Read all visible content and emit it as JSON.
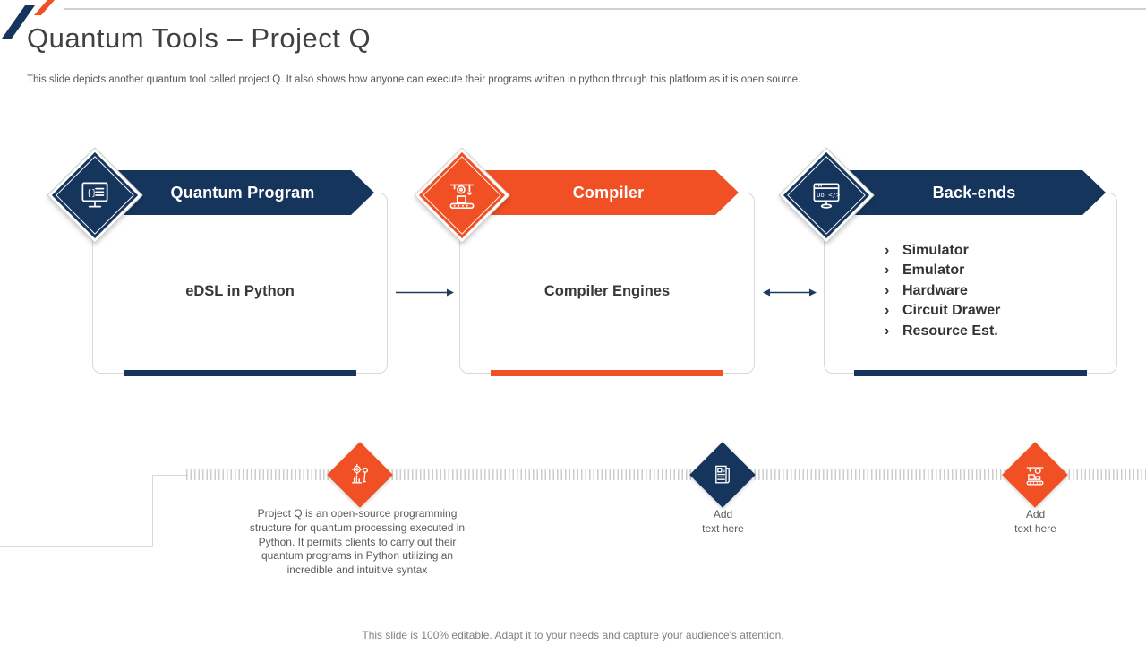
{
  "header": {
    "title": "Quantum Tools – Project Q",
    "subtitle": "This slide depicts another quantum tool called project Q. It also shows how anyone can execute their programs written in python through this platform as it is open source."
  },
  "colors": {
    "navy": "#16355c",
    "orange": "#f05023",
    "line_gray": "#d9d9d9"
  },
  "columns": [
    {
      "banner_label": "Quantum Program",
      "icon": "code-monitor-icon",
      "body_text": "eDSL in Python",
      "accent": "navy"
    },
    {
      "banner_label": "Compiler",
      "icon": "assembly-machine-icon",
      "body_text": "Compiler Engines",
      "accent": "orange"
    },
    {
      "banner_label": "Back-ends",
      "icon": "dev-monitor-icon",
      "accent": "navy",
      "bullet_char": "›",
      "items": [
        "Simulator",
        "Emulator",
        "Hardware",
        "Circuit Drawer",
        "Resource Est."
      ]
    }
  ],
  "connectors": {
    "arrow_1": "flow-arrow-right-icon",
    "arrow_2": "sync-arrow-both-icon"
  },
  "timeline": {
    "milestones": [
      {
        "icon": "gear-wrench-chart-icon",
        "color": "orange",
        "text": "Project Q is an open-source programming structure for quantum processing executed in Python. It permits clients to carry out their quantum programs in Python utilizing an incredible and intuitive syntax"
      },
      {
        "icon": "report-document-icon",
        "color": "navy",
        "text": "Add\ntext here"
      },
      {
        "icon": "production-machine-icon",
        "color": "orange",
        "text": "Add\ntext here"
      }
    ]
  },
  "footer": {
    "note": "This slide is 100% editable. Adapt it to your needs and capture your audience's attention."
  }
}
